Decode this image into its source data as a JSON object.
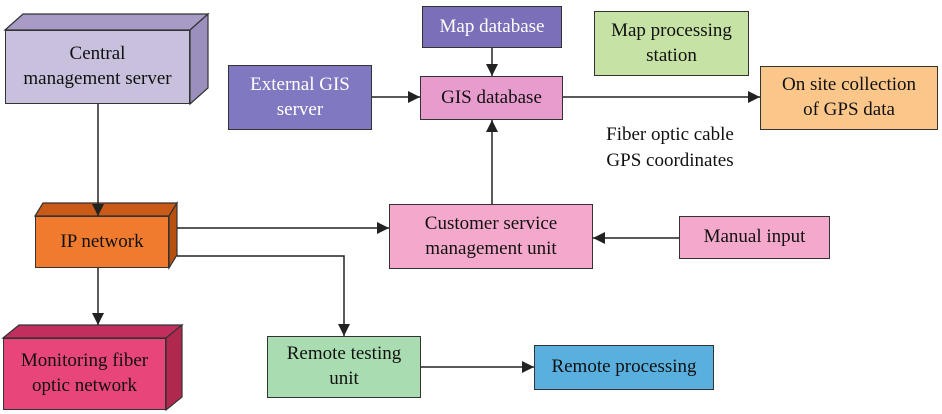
{
  "nodes": {
    "central": {
      "label": "Central\nmanagement server",
      "color": "#c8c0dc"
    },
    "ip": {
      "label": "IP network",
      "color": "#f07a2e"
    },
    "monitoring": {
      "label": "Monitoring fiber\noptic network",
      "color": "#e8457a"
    },
    "map_db": {
      "label": "Map database",
      "color": "#7a6fb8"
    },
    "map_proc": {
      "label": "Map processing\nstation",
      "color": "#c6e2a4"
    },
    "ext_gis": {
      "label": "External GIS\nserver",
      "color": "#8078c0"
    },
    "gis_db": {
      "label": "GIS database",
      "color": "#e89ccd"
    },
    "onsite": {
      "label": "On site collection\nof GPS data",
      "color": "#fbc68a"
    },
    "customer": {
      "label": "Customer service\nmanagement unit",
      "color": "#f4a9cc"
    },
    "manual": {
      "label": "Manual input",
      "color": "#f4a9cc"
    },
    "remote_test": {
      "label": "Remote testing\nunit",
      "color": "#a9dcb0"
    },
    "remote_proc": {
      "label": "Remote processing",
      "color": "#59b0de"
    }
  },
  "annotations": {
    "fiber_gps": "Fiber optic cable\nGPS coordinates"
  }
}
